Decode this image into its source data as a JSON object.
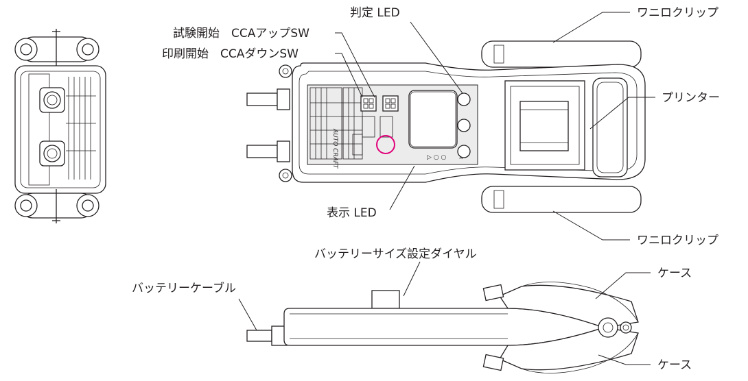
{
  "labels": {
    "test_start": "試験開始　CCAアップSW",
    "print_start": "印刷開始　CCAダウンSW",
    "judge_led": "判定 LED",
    "clip_top": "ワニロクリップ",
    "printer": "プリンター",
    "display_led": "表示 LED",
    "clip_bottom": "ワニロクリップ",
    "battery_dial": "バッテリーサイズ設定ダイヤル",
    "battery_cable": "バッテリーケーブル",
    "case_top": "ケース",
    "case_bottom": "ケース"
  },
  "device": {
    "brand_text": "AUTO CRAFT"
  },
  "colors": {
    "line": "#231f20",
    "indicator": "#e0007a",
    "panel": "#ececec"
  }
}
